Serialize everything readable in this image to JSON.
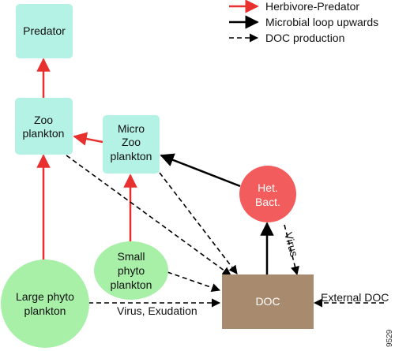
{
  "legend": {
    "items": [
      {
        "label": "Herbivore-Predator",
        "color": "#e8312f",
        "style": "solid"
      },
      {
        "label": "Microbial loop upwards",
        "color": "#000000",
        "style": "solid"
      },
      {
        "label": "DOC production",
        "color": "#000000",
        "style": "dashed"
      }
    ]
  },
  "nodes": {
    "predator": {
      "lines": [
        "Predator"
      ]
    },
    "zooplankton": {
      "lines": [
        "Zoo",
        "plankton"
      ]
    },
    "microzoo": {
      "lines": [
        "Micro",
        "Zoo",
        "plankton"
      ]
    },
    "hetbact": {
      "lines": [
        "Het.",
        "Bact."
      ]
    },
    "smallphyto": {
      "lines": [
        "Small",
        "phyto",
        "plankton"
      ]
    },
    "largephyto": {
      "lines": [
        "Large phyto",
        "plankton"
      ]
    },
    "doc": {
      "lines": [
        "DOC"
      ]
    }
  },
  "labels": {
    "virus_exudation": "Virus, Exudation",
    "virus": "Virus",
    "external_doc": "External DOC"
  },
  "figure_id": "9529",
  "colors": {
    "box_fill": "#b5f2e6",
    "hetbact_fill": "#f25c5c",
    "phyto_fill": "#a8f0a8",
    "doc_fill": "#a88a6e",
    "red_arrow": "#e8312f"
  }
}
